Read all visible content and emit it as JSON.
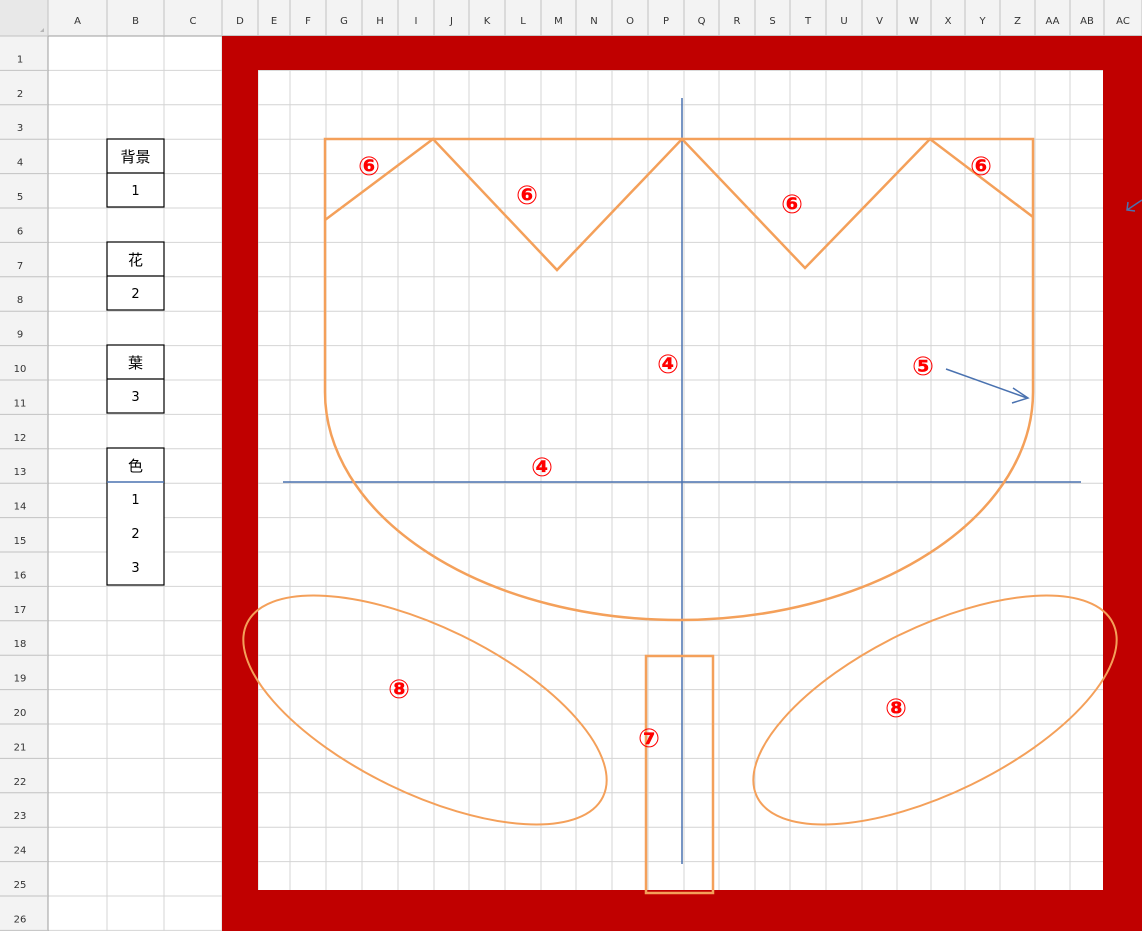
{
  "sheet": {
    "columns": [
      "A",
      "B",
      "C",
      "D",
      "E",
      "F",
      "G",
      "H",
      "I",
      "J",
      "K",
      "L",
      "M",
      "N",
      "O",
      "P",
      "Q",
      "R",
      "S",
      "T",
      "U",
      "V",
      "W",
      "X",
      "Y",
      "Z",
      "AA",
      "AB",
      "AC"
    ],
    "rows": [
      "1",
      "2",
      "3",
      "4",
      "5",
      "6",
      "7",
      "8",
      "9",
      "10",
      "11",
      "12",
      "13",
      "14",
      "15",
      "16",
      "17",
      "18",
      "19",
      "20",
      "21",
      "22",
      "23",
      "24",
      "25",
      "26"
    ]
  },
  "legend": {
    "background": {
      "label": "背景",
      "value": "1"
    },
    "flower": {
      "label": "花",
      "value": "2"
    },
    "leaf": {
      "label": "葉",
      "value": "3"
    },
    "color": {
      "label": "色",
      "values": [
        "1",
        "2",
        "3"
      ]
    }
  },
  "markers": {
    "crosshair_vertical": "④",
    "crosshair_horizontal": "④",
    "curve_corner": "⑤",
    "petal_far_left": "⑥",
    "petal_left": "⑥",
    "petal_right": "⑥",
    "petal_far_right": "⑥",
    "stem": "⑦",
    "leaf_left": "⑧",
    "leaf_right": "⑧"
  },
  "colors": {
    "border_red": "#c00000",
    "shape_orange": "#f4a05a",
    "guide_blue": "#4a72b0",
    "marker_red": "#ff0000",
    "grid": "#d4d4d4",
    "header_bg": "#f3f3f3"
  }
}
